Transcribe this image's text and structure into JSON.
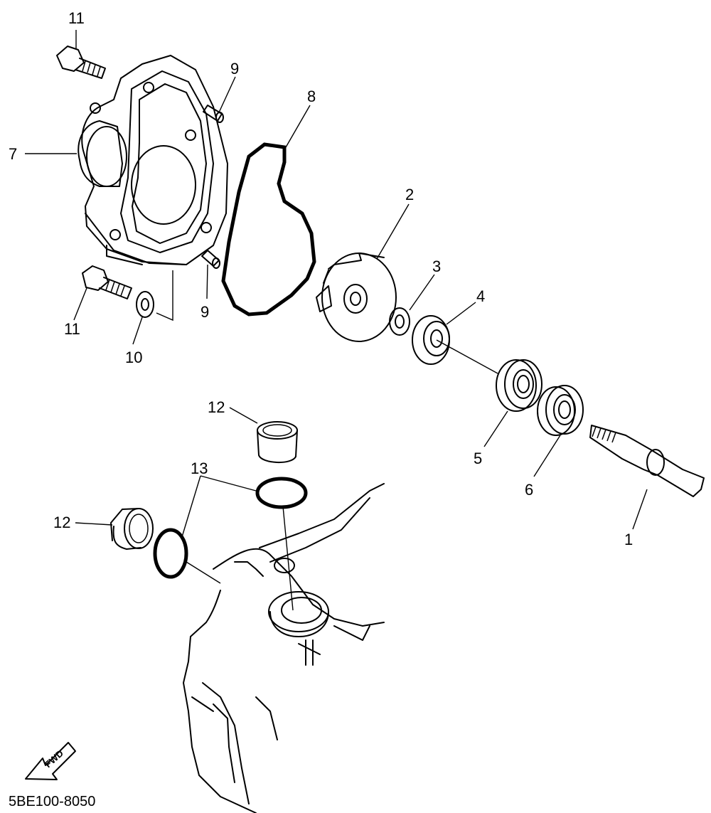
{
  "callouts": {
    "c1": "1",
    "c2": "2",
    "c3": "3",
    "c4": "4",
    "c5": "5",
    "c6": "6",
    "c7": "7",
    "c8": "8",
    "c9a": "9",
    "c9b": "9",
    "c10": "10",
    "c11a": "11",
    "c11b": "11",
    "c12a": "12",
    "c12b": "12",
    "c13": "13"
  },
  "fwd_arrow": {
    "text": "FWD"
  },
  "diagram_code": "5BE100-8050"
}
